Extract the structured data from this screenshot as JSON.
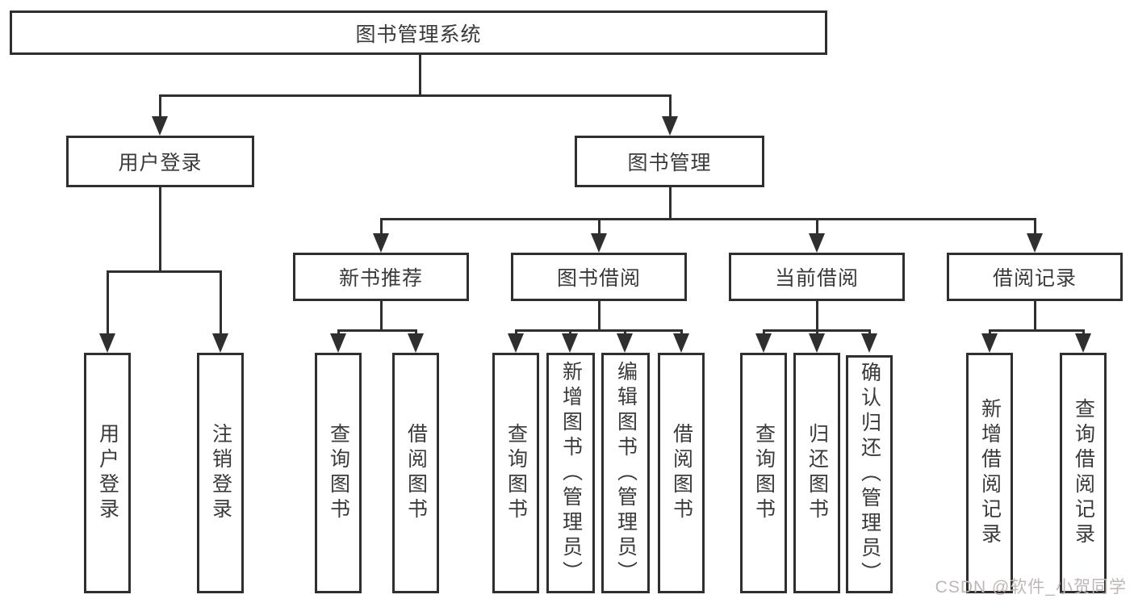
{
  "colors": {
    "line": "#2f2f2f",
    "text": "#3a3a3a",
    "background": "#ffffff",
    "watermark_text": "#bfb6b6"
  },
  "nodes": {
    "root": "图书管理系统",
    "level2": {
      "user_login": "用户登录",
      "book_mgmt": "图书管理"
    },
    "level3": {
      "new_book_rec": "新书推荐",
      "book_borrow": "图书借阅",
      "current_borrow": "当前借阅",
      "borrow_records": "借阅记录"
    },
    "leaves": {
      "user_login": "用户登录",
      "logout": "注销登录",
      "rec_query_book": "查询图书",
      "rec_borrow_book": "借阅图书",
      "bor_query_book": "查询图书",
      "bor_add_book_admin": "新增图书（管理员）",
      "bor_edit_book_admin": "编辑图书（管理员）",
      "bor_borrow_book": "借阅图书",
      "cur_query_book": "查询图书",
      "cur_return_book": "归还图书",
      "cur_confirm_return_admin": "确认归还（管理员）",
      "log_add_borrow_record": "新增借阅记录",
      "log_query_borrow_record": "查询借阅记录"
    }
  },
  "watermark": "CSDN @软件_小贺同学"
}
